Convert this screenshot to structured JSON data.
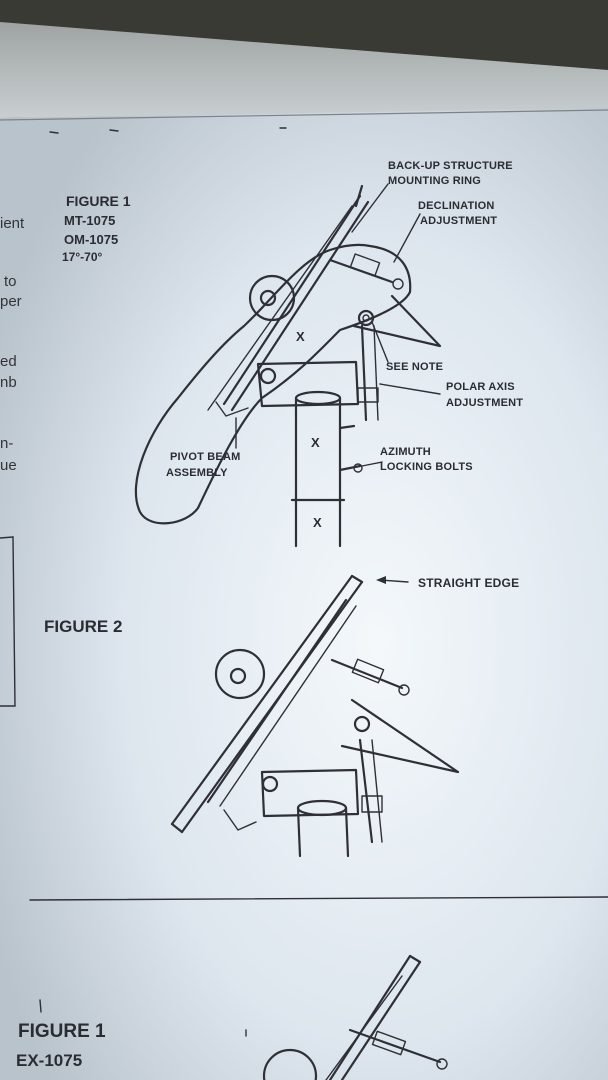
{
  "figure1": {
    "title": "FIGURE 1",
    "models": [
      "MT-1075",
      "OM-1075"
    ],
    "range": "17°-70°",
    "labels": {
      "backup_ring": [
        "BACK-UP STRUCTURE",
        "MOUNTING RING"
      ],
      "declination": [
        "DECLINATION",
        "ADJUSTMENT"
      ],
      "see_note": "SEE NOTE",
      "polar_axis": [
        "POLAR AXIS",
        "ADJUSTMENT"
      ],
      "azimuth": [
        "AZIMUTH",
        "LOCKING BOLTS"
      ],
      "pivot_beam": [
        "PIVOT BEAM",
        "ASSEMBLY"
      ],
      "mark": "X"
    }
  },
  "figure2": {
    "title": "FIGURE 2",
    "straight_edge": "STRAIGHT EDGE"
  },
  "figure1_bottom": {
    "title": "FIGURE 1",
    "model": "EX-1075"
  },
  "margin_fragments": [
    "ient",
    "to",
    "per",
    "ed",
    "nb",
    "n-",
    "ue"
  ],
  "colors": {
    "paper": "#dfe7ee",
    "ink": "#2b2c33",
    "background": "#2a2a26"
  }
}
